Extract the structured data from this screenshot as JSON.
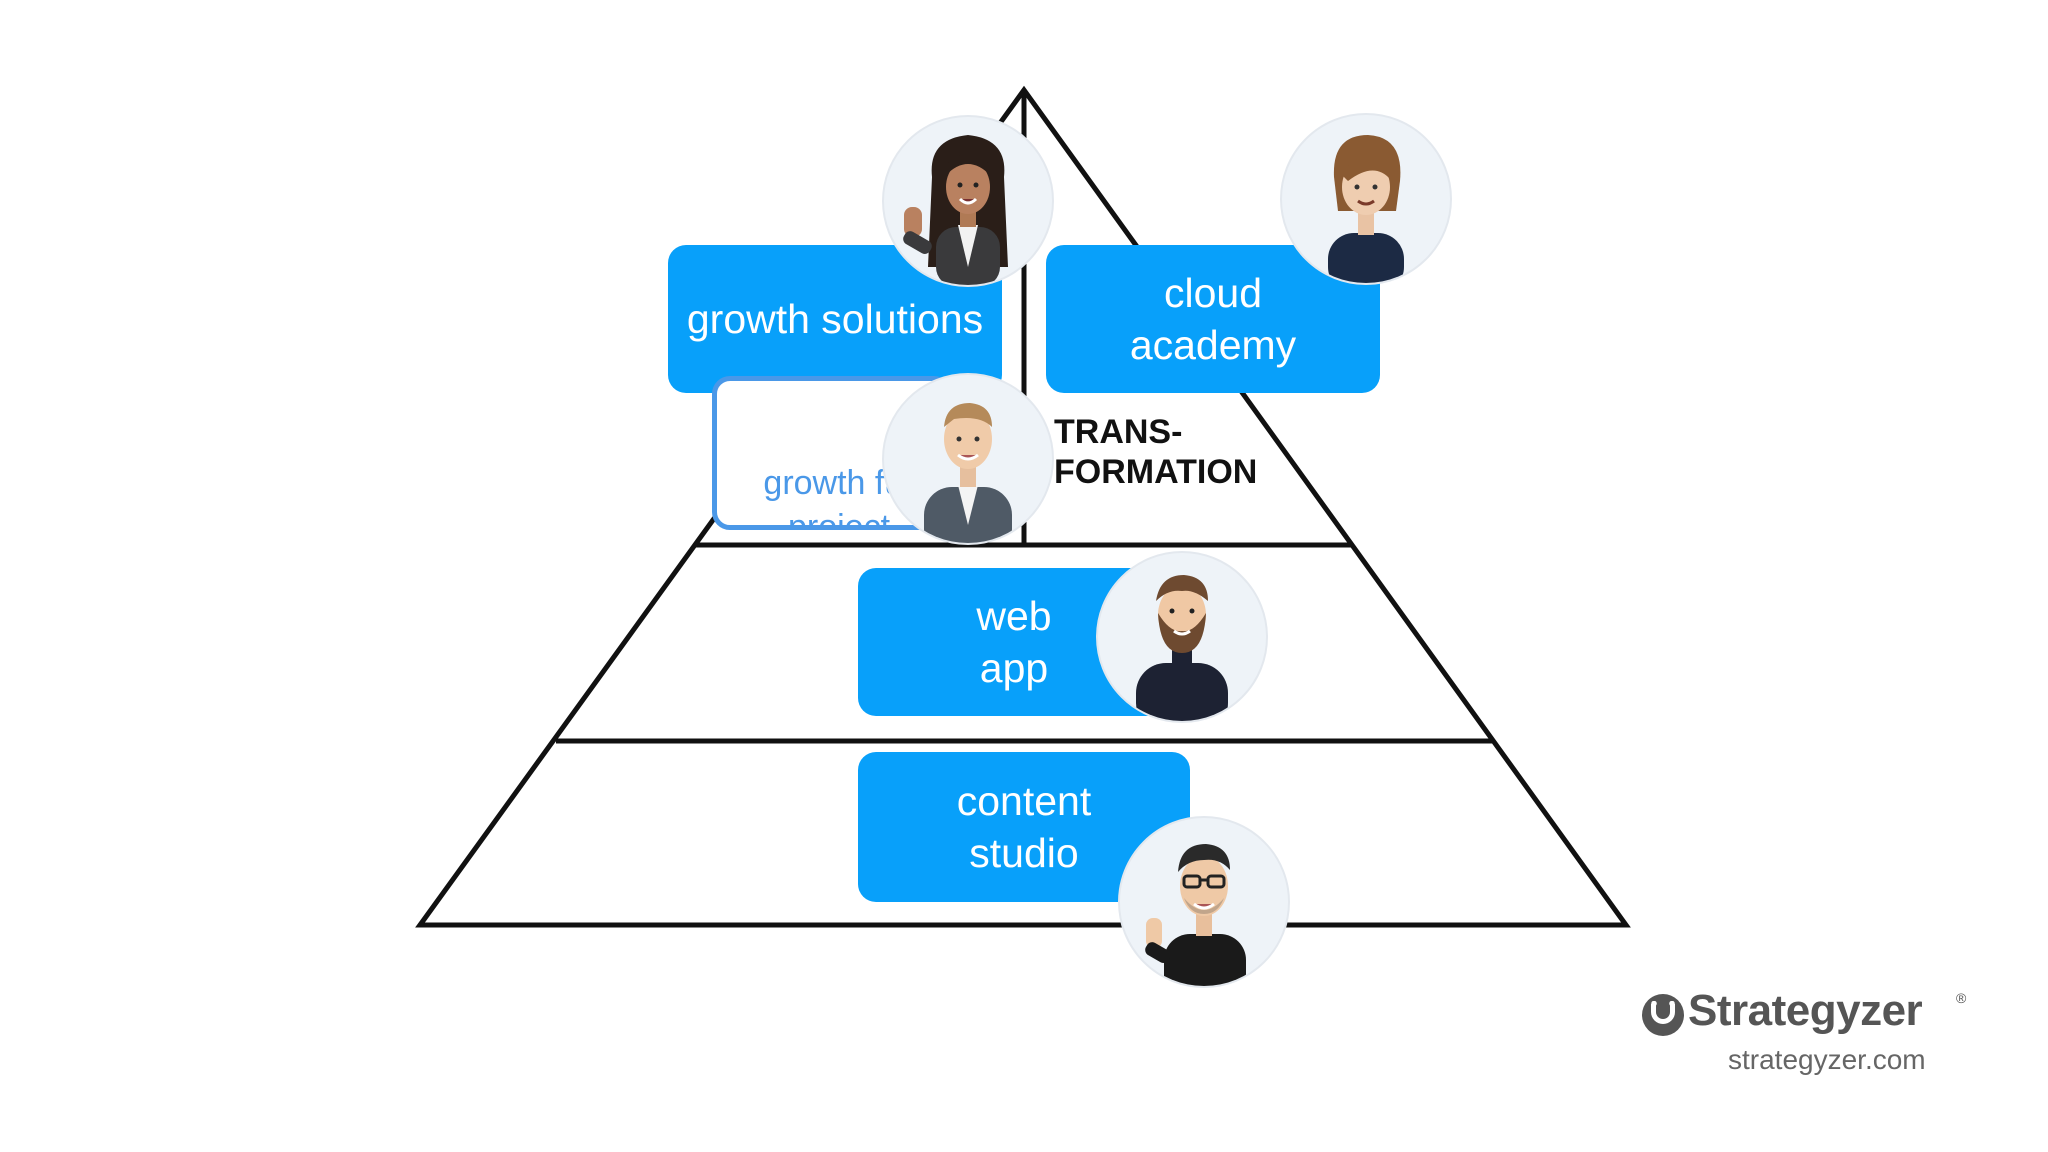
{
  "diagram": {
    "boxes": {
      "growth_solutions": "growth solutions",
      "cloud_academy": "cloud\nacademy",
      "growth_project": "growth fur\nproject",
      "web_app": "web\napp",
      "content_studio": "content\nstudio"
    },
    "apex_label": "TRANS-\nFORMATION"
  },
  "brand": {
    "name": "Strategyzer",
    "registered": "®",
    "url": "strategyzer.com"
  },
  "colors": {
    "box_fill": "#08a0fa",
    "project_outline": "#4a98e8",
    "lines": "#111111",
    "brand_gray": "#555555"
  },
  "icons": [
    "person-avatar-icon",
    "strategyzer-logo-icon"
  ]
}
